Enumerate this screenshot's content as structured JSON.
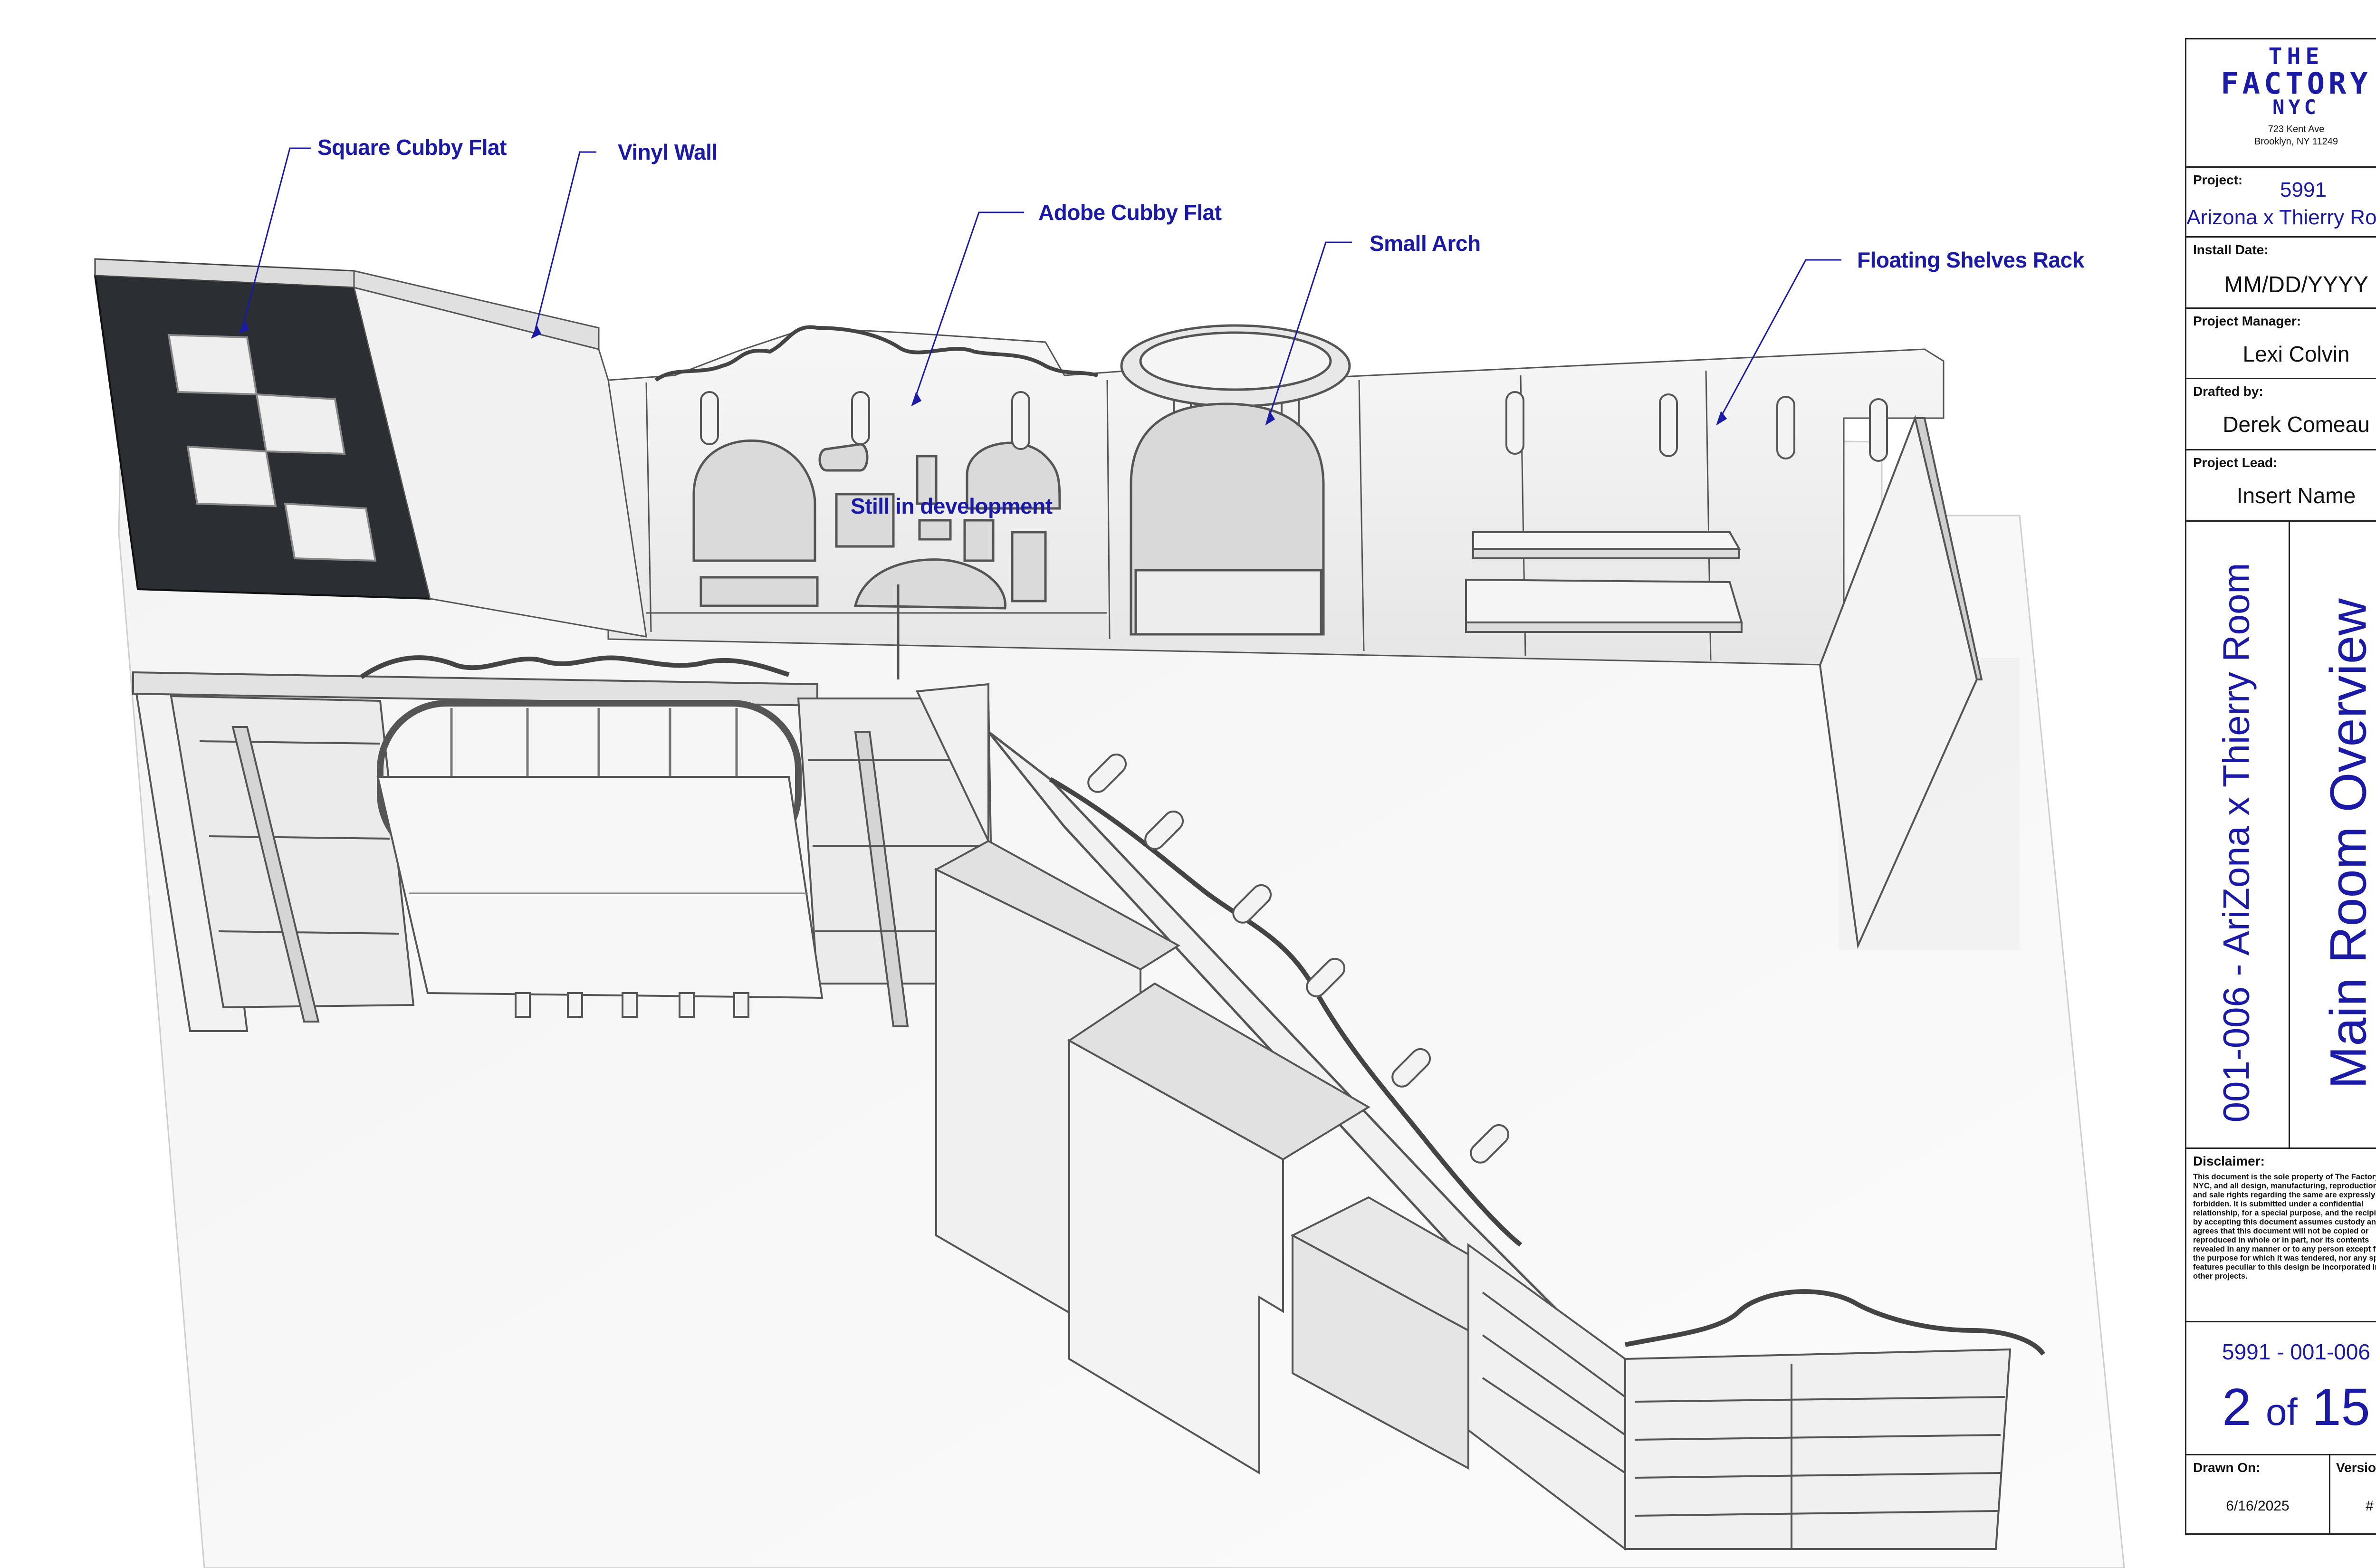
{
  "callouts": {
    "square_cubby_flat": "Square Cubby Flat",
    "vinyl_wall": "Vinyl Wall",
    "adobe_cubby_flat": "Adobe Cubby Flat",
    "small_arch": "Small Arch",
    "floating_shelves_rack": "Floating Shelves Rack",
    "still_in_development": "Still in development"
  },
  "title_block": {
    "logo": {
      "line1": "THE",
      "line2": "FACTORY",
      "line3": "NYC"
    },
    "address": {
      "line1": "723 Kent Ave",
      "line2": "Brooklyn, NY 11249"
    },
    "project": {
      "label": "Project:",
      "number": "5991",
      "name": "Arizona x Thierry Room"
    },
    "install_date": {
      "label": "Install Date:",
      "value": "MM/DD/YYYY"
    },
    "project_manager": {
      "label": "Project Manager:",
      "value": "Lexi Colvin"
    },
    "drafted_by": {
      "label": "Drafted by:",
      "value": "Derek Comeau"
    },
    "project_lead": {
      "label": "Project Lead:",
      "value": "Insert Name"
    },
    "drawing_subtitle": "001-006 - AriZona x Thierry Room",
    "drawing_title": "Main Room Overview",
    "disclaimer": {
      "label": "Disclaimer:",
      "text": "This document is the sole property of The Factory NYC, and all design, manufacturing, reproduction, use and sale rights regarding the same are expressly forbidden. It is submitted under a confidential relationship, for a special purpose, and the recipient by accepting this document assumes custody and agrees that this document will not be copied or reproduced in whole or in part, nor its contents revealed in any manner or to any person except for the purpose for which it was tendered, nor any special features peculiar to this design be incorporated in other projects."
    },
    "sheet": {
      "code": "5991 - 001-006",
      "current": "2",
      "of": "of",
      "total": "15"
    },
    "drawn_on": {
      "label": "Drawn On:",
      "value": "6/16/2025"
    },
    "version": {
      "label": "Version:",
      "value": "#"
    }
  },
  "colors": {
    "accent": "#1a1aa6",
    "panel_dark": "#2b2e33",
    "line": "#444444"
  }
}
